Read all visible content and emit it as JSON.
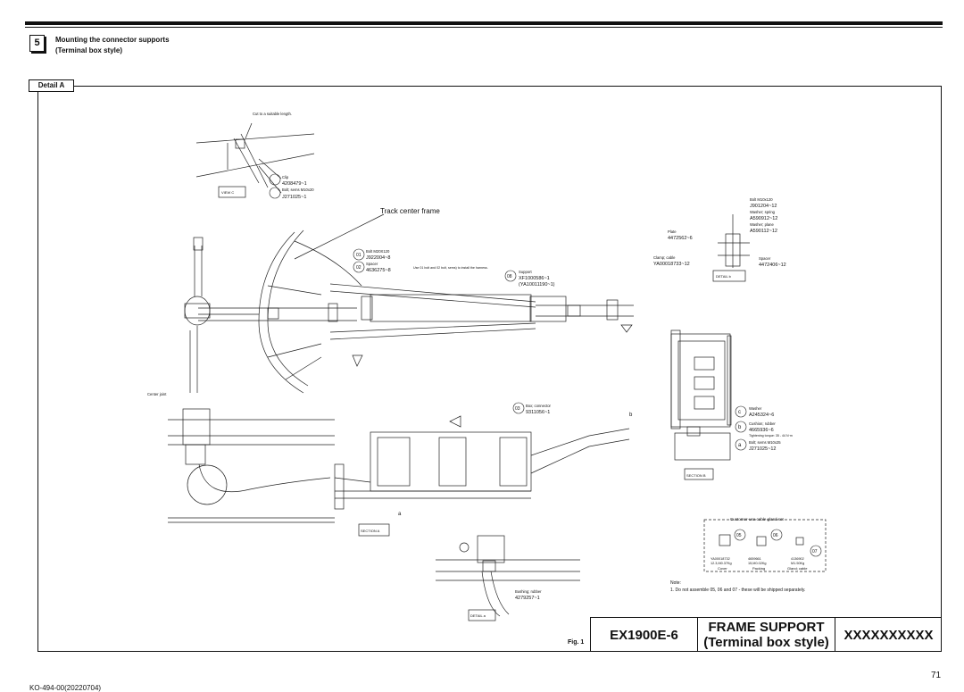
{
  "step": {
    "number": "5",
    "title_line1": "Mounting the connector supports",
    "title_line2": "(Terminal box style)"
  },
  "detail_tab": "Detail A",
  "drawing": {
    "view_c": {
      "note": "Cut to a suitable length.",
      "view_tag": "VIEW C",
      "parts": [
        {
          "name": "Clip",
          "number": "4208479~1"
        },
        {
          "name": "Bolt; sems  M10x20",
          "number": "J271025~1"
        }
      ]
    },
    "track_center_frame": "Track center frame",
    "parts_01_02": [
      {
        "id": "01",
        "name": "Bolt  M20X120",
        "number": "J922004~8"
      },
      {
        "id": "02",
        "name": "Spacer",
        "number": "4636275~8"
      }
    ],
    "harness_note": "Use 01 bolt and 02 bolt, sems) to install the harness.",
    "support_08": {
      "id": "08",
      "name": "Support",
      "number": "XF1000586~1",
      "alt": "(YA10011190~1)"
    },
    "detail_b": {
      "tag": "DETAIL b",
      "parts": [
        {
          "name": "Bolt  M10x120",
          "number": "J901204~12"
        },
        {
          "name": "Washer; spring",
          "number": "A590912~12"
        },
        {
          "name": "Washer; plane",
          "number": "A590112~12"
        },
        {
          "name": "Plate",
          "number": "4472562~6"
        },
        {
          "name": "Clamp; cable",
          "number": "YA00018733~12"
        },
        {
          "name": "Spacer",
          "number": "4472406~12"
        }
      ]
    },
    "center_joint": "Center joint",
    "box_connector_03": {
      "id": "03",
      "name": "Box; connector",
      "number": "9311056~1"
    },
    "section_b": {
      "tag": "SECTION B",
      "parts": [
        {
          "id": "c",
          "name": "Washer",
          "number": "A245324~6"
        },
        {
          "id": "b",
          "name": "Cushion; rubber",
          "number": "4665936~6"
        },
        {
          "id": "a",
          "name": "Bolt; sems  M10x25",
          "number": "J271025~12"
        }
      ],
      "torque": "Tightening torque: 35 - 44 N·m"
    },
    "section_a_tag": "SECTION A",
    "callout_a": "a",
    "callout_b": "b",
    "detail_a_small": {
      "tag": "DETAIL a",
      "part": {
        "name": "Bushing; rubber",
        "number": "4279257~1"
      }
    },
    "gland_set": {
      "title": "Customer-use cable gland set",
      "items": [
        {
          "id": "05",
          "number": "YA00018732",
          "qty": "12.3,M0.37Kg",
          "name": "Cover"
        },
        {
          "id": "06",
          "number": "4659661",
          "qty": "15,M0.02Kg",
          "name": "Packing"
        },
        {
          "id": "07",
          "number": "4136902",
          "qty": "M1.50Kg",
          "name": "Gland; cable"
        }
      ]
    },
    "note_title": "Note:",
    "note_text": "1. Do not assemble 05, 06 and 07 - these will be shipped separately."
  },
  "fig_label": "Fig. 1",
  "title_block": {
    "model": "EX1900E-6",
    "title_line1": "FRAME SUPPORT",
    "title_line2": "(Terminal box style)",
    "code": "XXXXXXXXXX"
  },
  "page_number": "71",
  "doc_code": "KO-494-00(20220704)"
}
